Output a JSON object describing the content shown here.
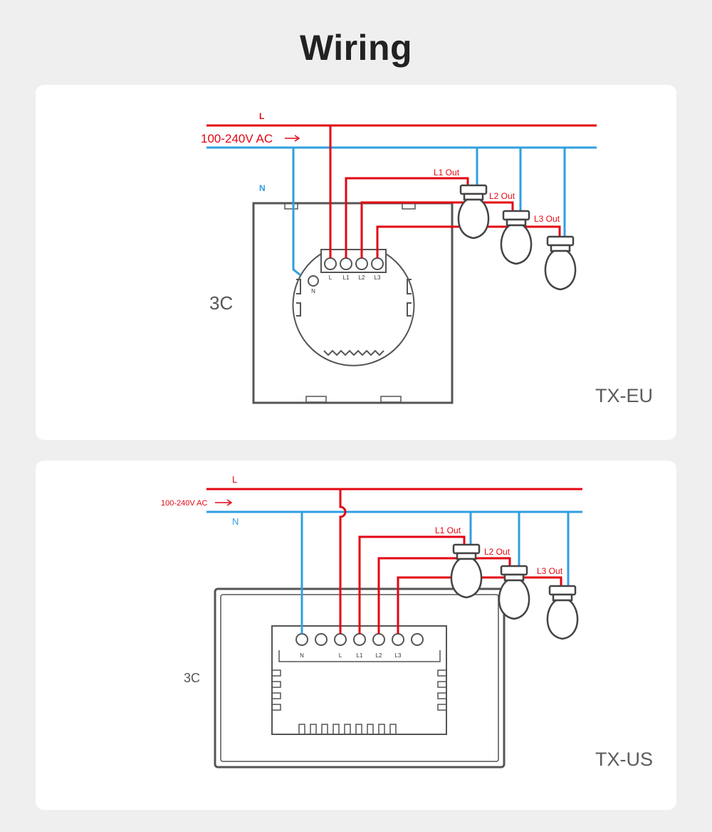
{
  "page": {
    "title": "Wiring"
  },
  "colors": {
    "live": "#e30613",
    "neutral": "#2f9fe0",
    "device": "#444444",
    "background": "#efefef",
    "panel": "#ffffff"
  },
  "diagrams": [
    {
      "model": "TX-EU",
      "gang_label": "3C",
      "live_label": "L",
      "neutral_label": "N",
      "supply_label": "100-240V AC",
      "terminals": [
        "L",
        "L1",
        "L2",
        "L3"
      ],
      "neutral_terminal": "N",
      "outputs": [
        "L1 Out",
        "L2 Out",
        "L3 Out"
      ]
    },
    {
      "model": "TX-US",
      "gang_label": "3C",
      "live_label": "L",
      "neutral_label": "N",
      "supply_label": "100-240V AC",
      "terminals": [
        "N",
        "L",
        "L1",
        "L2",
        "L3"
      ],
      "outputs": [
        "L1 Out",
        "L2 Out",
        "L3 Out"
      ]
    }
  ]
}
